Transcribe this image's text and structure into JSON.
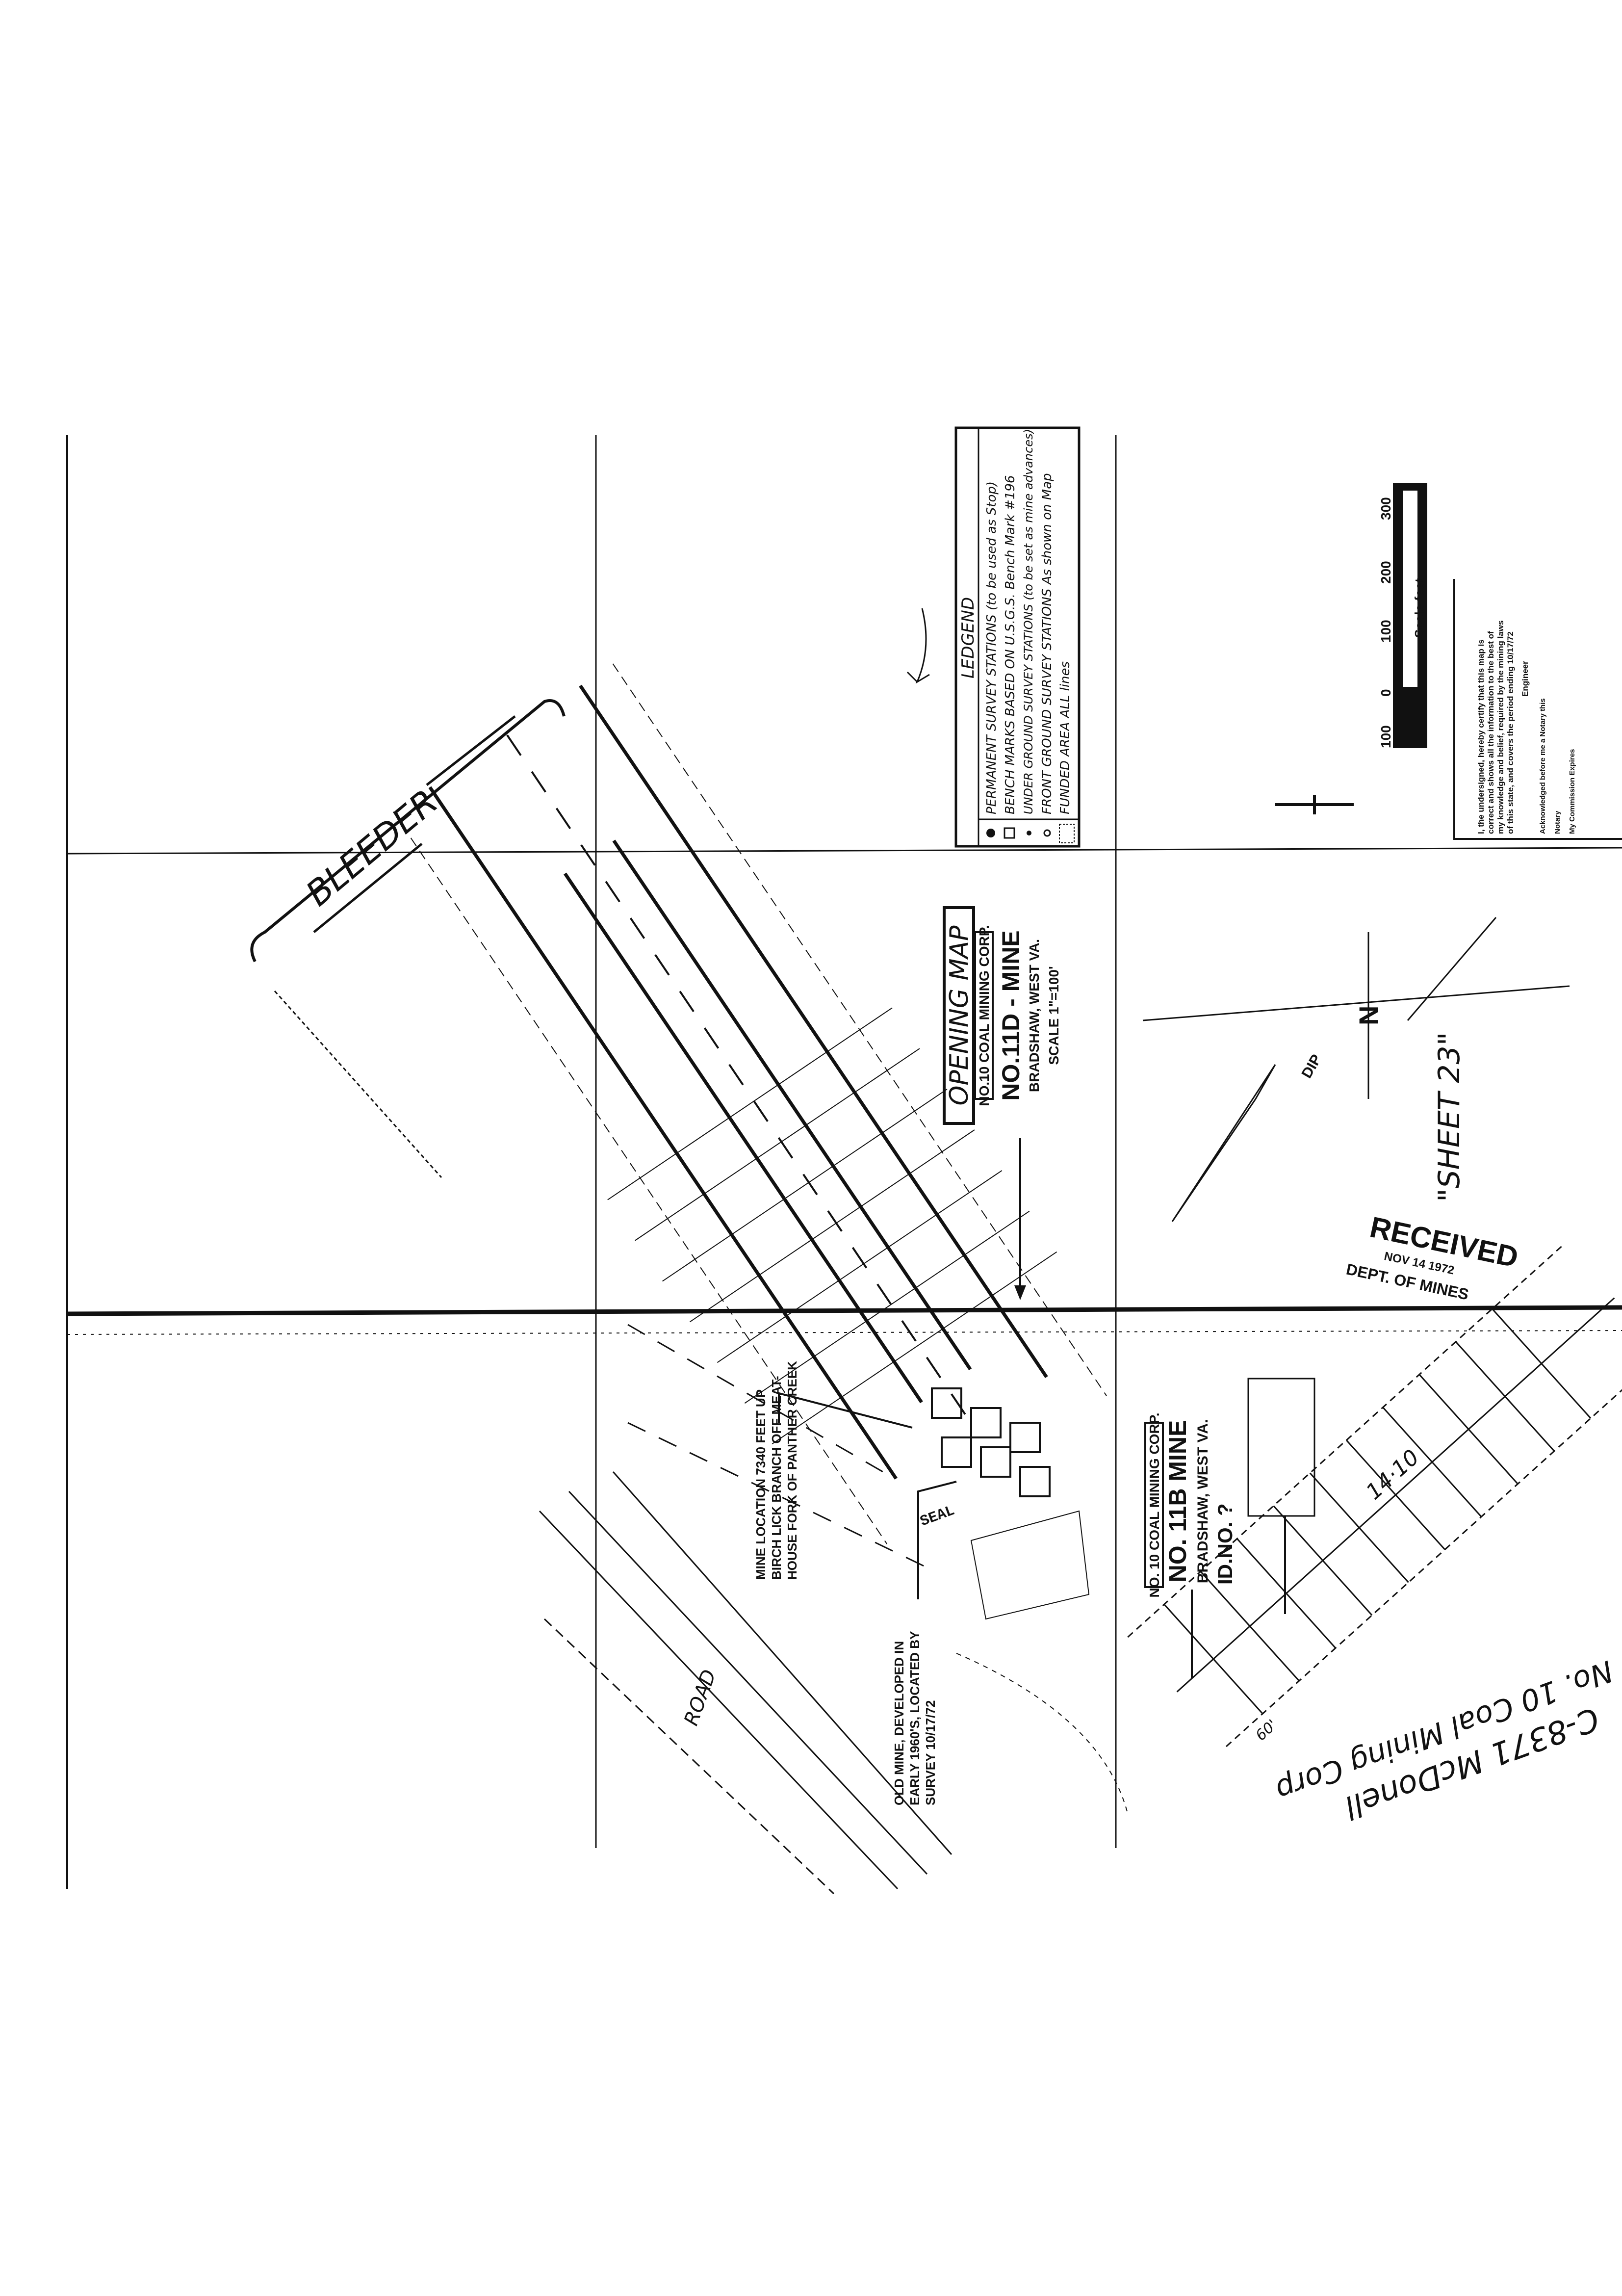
{
  "sheet": {
    "label": "\"SHEET 23\""
  },
  "title_block": {
    "heading": "OPENING MAP",
    "company": "NO.10 COAL MINING CORP.",
    "mine": "NO.11D - MINE",
    "location": "BRADSHAW, WEST VA.",
    "scale": "SCALE 1\"=100'"
  },
  "title_block_11b": {
    "company": "NO. 10 COAL MINING CORP.",
    "mine": "NO. 11B MINE",
    "location": "BRADSHAW, WEST VA.",
    "id": "ID.NO. ?"
  },
  "legend": {
    "title": "LEDGEND",
    "items": [
      {
        "symbol": "circle-dot",
        "label": "PERMANENT SURVEY STATIONS (to be used as Stop)"
      },
      {
        "symbol": "boxed-dot",
        "label": "BENCH MARKS BASED ON U.S.G.S. Bench Mark #196"
      },
      {
        "symbol": "dot",
        "label": "UNDER GROUND SURVEY STATIONS (to be set as mine advances)"
      },
      {
        "symbol": "small-circle",
        "label": "FRONT GROUND SURVEY STATIONS As shown on Map"
      },
      {
        "symbol": "dashed-box",
        "label": "FUNDED AREA ALL lines"
      }
    ]
  },
  "scale_bar": {
    "ticks": [
      "100",
      "0",
      "100",
      "200",
      "300"
    ],
    "unit_label": "Scale feet"
  },
  "certificate": {
    "text_lines": [
      "I, the undersigned, hereby certify that this map is",
      "correct and shows all the information to the best of",
      "my knowledge and belief, required by the mining laws",
      "of this state, and covers the period ending 10/17/72"
    ],
    "engineer_label": "Engineer",
    "acknowledged": "Acknowledged before me a Notary this",
    "notary_label": "Notary",
    "commission_label": "My Commission Expires"
  },
  "stamp": {
    "title": "RECEIVED",
    "date": "NOV 14 1972",
    "dept": "DEPT. OF MINES"
  },
  "annotations": {
    "bleeder": "BLEEDER",
    "mine_location": [
      "MINE LOCATION 7340 FEET UP",
      "BIRCH LICK BRANCH OFF MEAT-",
      "HOUSE FORK OF PANTHER CREEK"
    ],
    "old_mine": [
      "OLD MINE, DEVELOPED IN",
      "EARLY 1960'S, LOCATED BY",
      "SURVEY 10/17/72"
    ],
    "seal": "SEAL",
    "dip": "DIP",
    "north": "N",
    "panel_14_10": "14·10",
    "dim_60": "60'",
    "handwritten_note": [
      "C-8371 McDonell",
      "No. 10 Coal Mining Corp"
    ],
    "road_label": "ROAD"
  }
}
